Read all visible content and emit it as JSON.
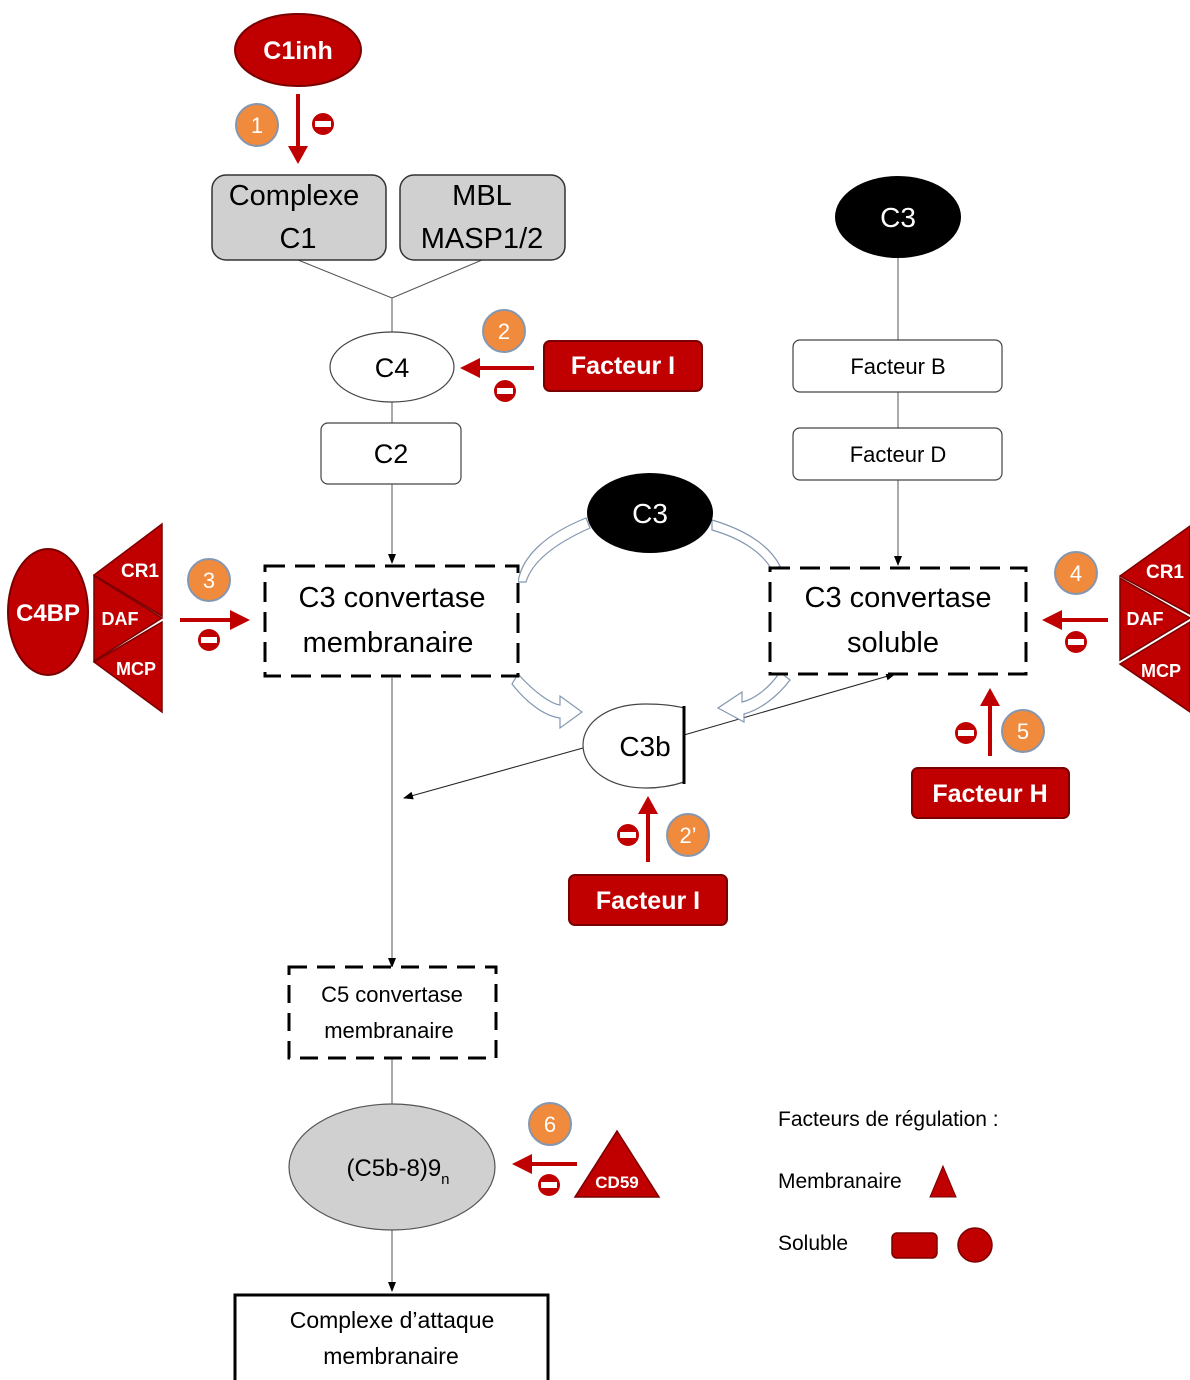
{
  "nodes": {
    "c1inh": "C1inh",
    "complexe_c1_line1": "Complexe",
    "complexe_c1_line2": "C1",
    "mbl_line1": "MBL",
    "mbl_line2": "MASP1/2",
    "c4": "C4",
    "c2": "C2",
    "c3_top": "C3",
    "facteur_b": "Facteur B",
    "facteur_d": "Facteur D",
    "c3_center": "C3",
    "c3_conv_membrane_line1": "C3 convertase",
    "c3_conv_membrane_line2": "membranaire",
    "c3_conv_soluble_line1": "C3 convertase",
    "c3_conv_soluble_line2": "soluble",
    "c3b": "C3b",
    "c5_conv_line1": "C5 convertase",
    "c5_conv_line2": "membranaire",
    "mac_pore": "(C5b-8)9",
    "mac_pore_sub": "n",
    "mac_line1": "Complexe d’attaque",
    "mac_line2": "membranaire"
  },
  "regulators": {
    "facteur_i_c4": "Facteur I",
    "facteur_i_c3b": "Facteur I",
    "facteur_h": "Facteur H",
    "c4bp": "C4BP",
    "cr1": "CR1",
    "daf": "DAF",
    "mcp": "MCP",
    "cd59": "CD59"
  },
  "steps": {
    "s1": "1",
    "s2": "2",
    "s2b": "2’",
    "s3": "3",
    "s4": "4",
    "s5": "5",
    "s6": "6"
  },
  "legend": {
    "title": "Facteurs de régulation :",
    "membrane": "Membranaire",
    "soluble": "Soluble"
  },
  "colors": {
    "regulator_red": "#c00000",
    "step_orange": "#f08a3c",
    "node_gray": "#d0d0d0",
    "c3_black": "#000000"
  }
}
